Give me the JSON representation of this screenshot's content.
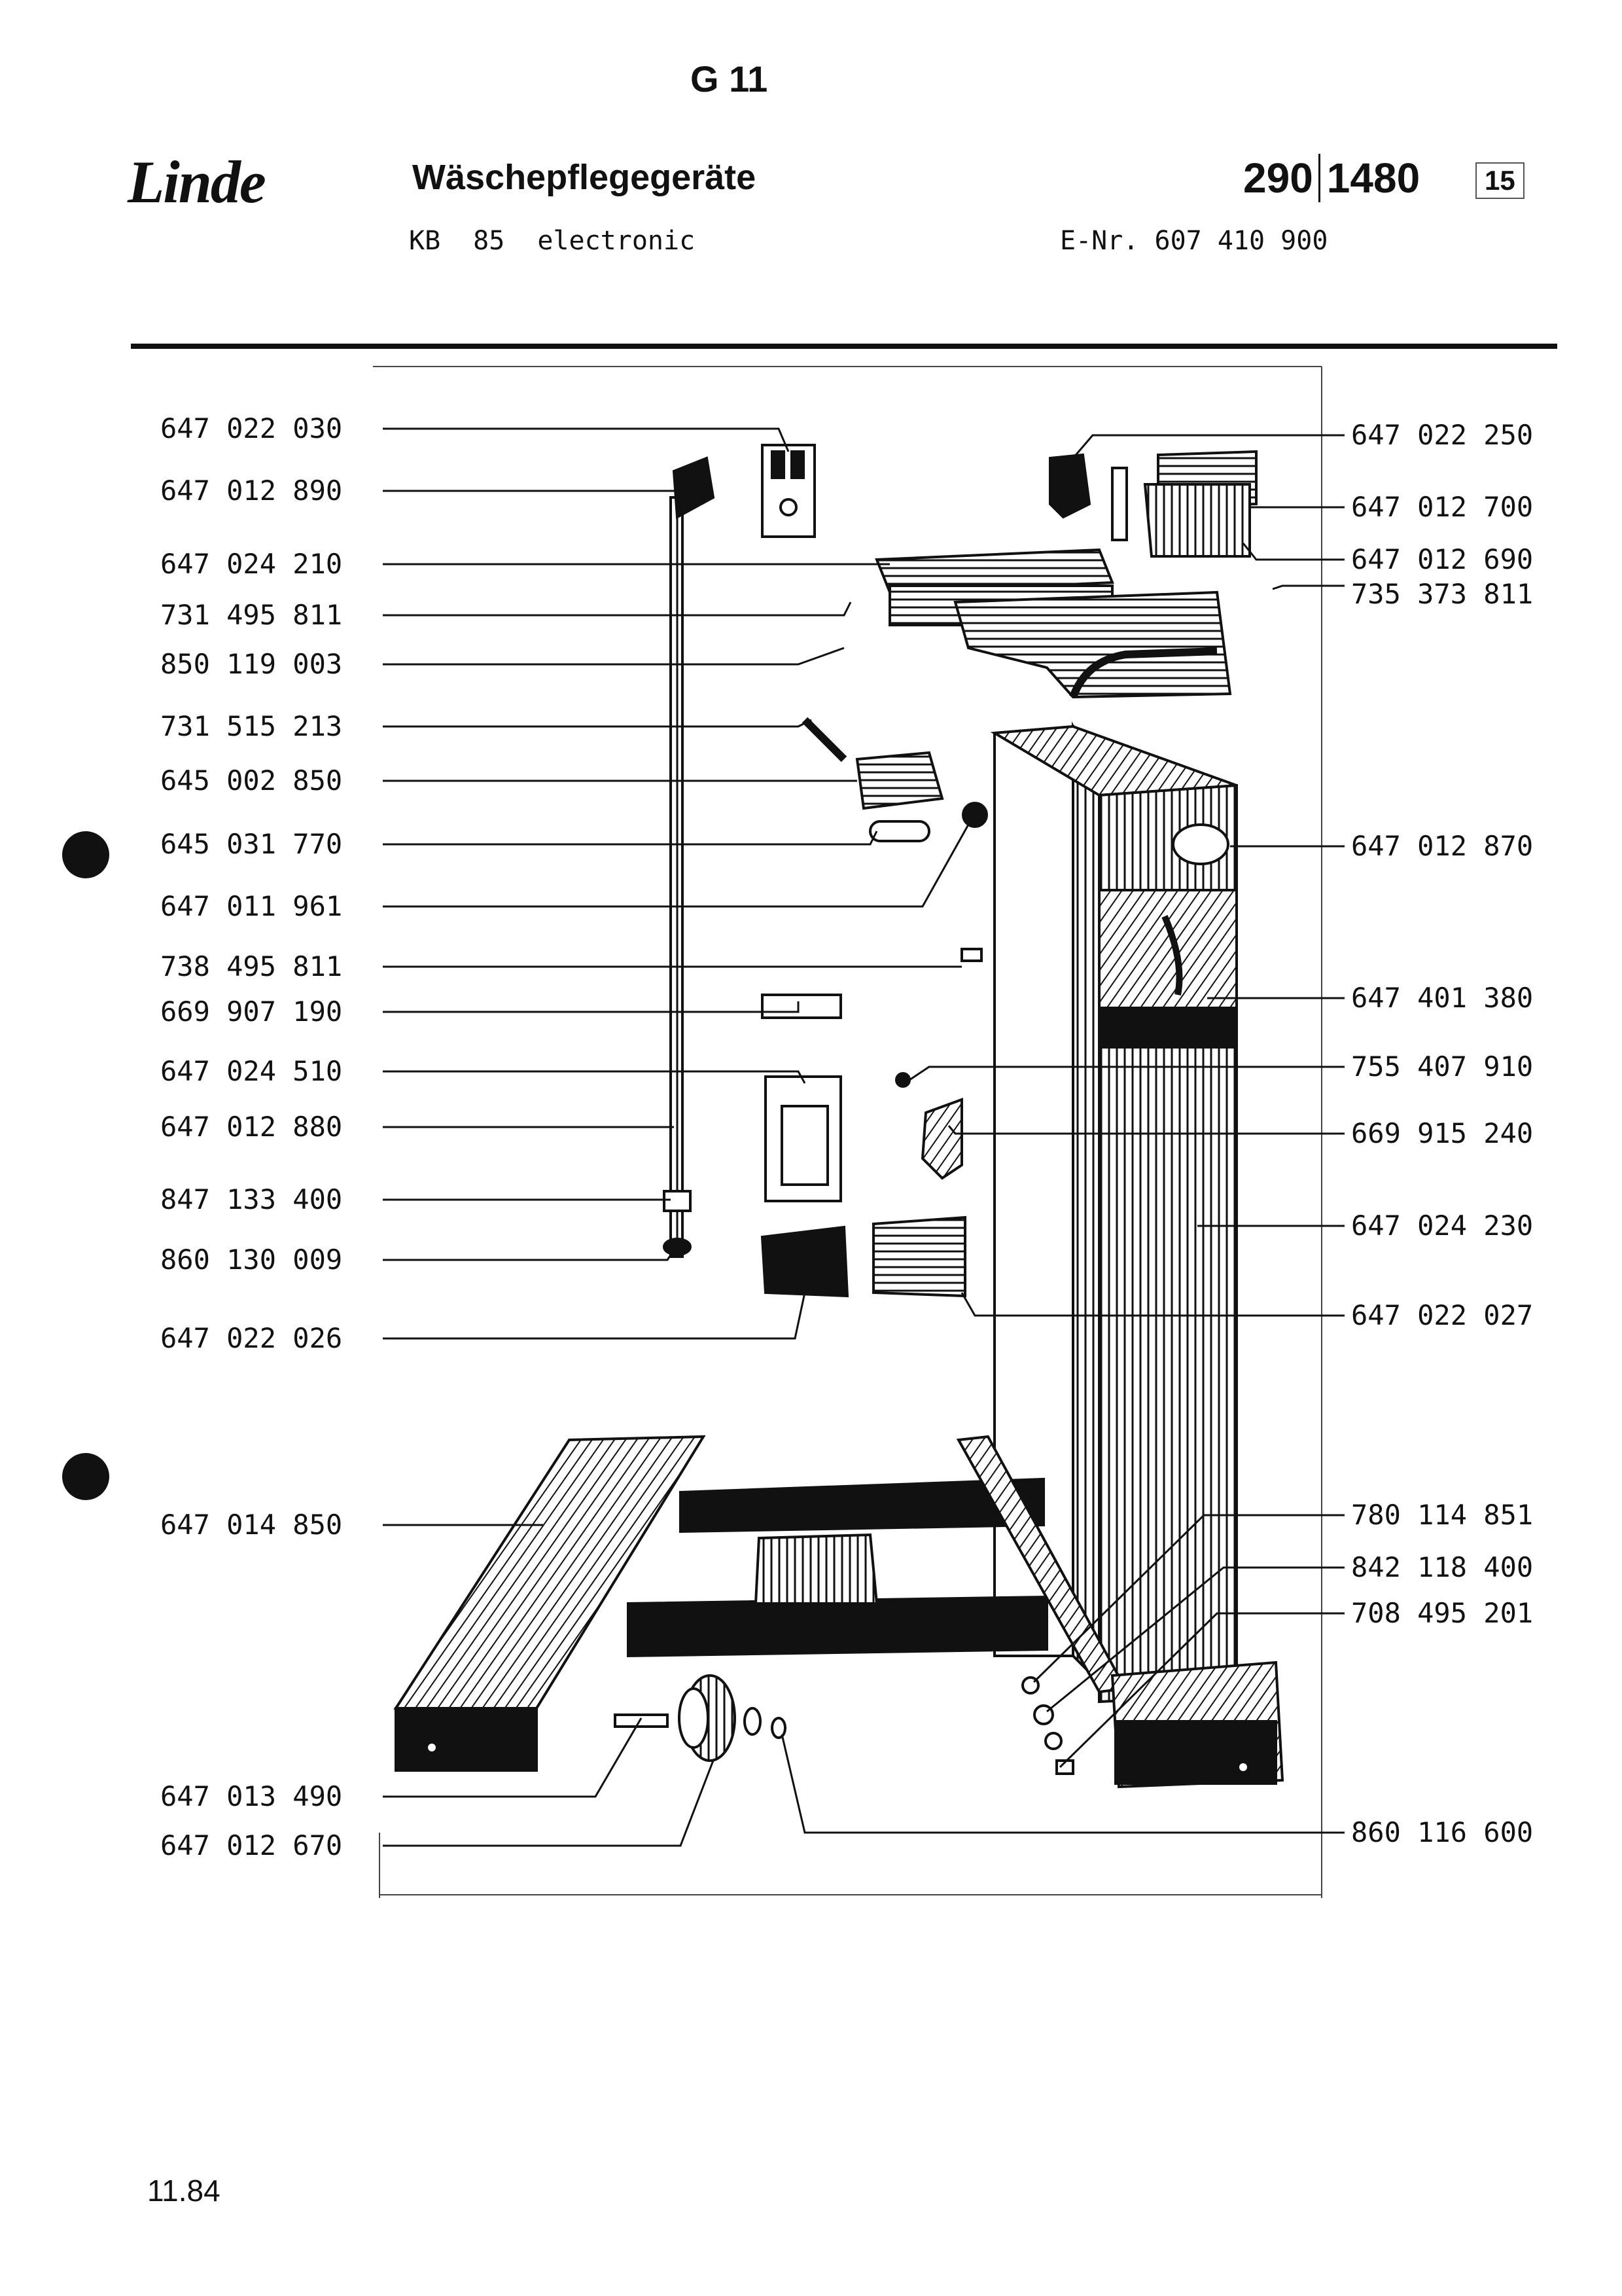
{
  "sheet_code": "G 11",
  "brand": "Linde",
  "title": "Wäschepflegegeräte",
  "model": {
    "type": "KB",
    "size": "85",
    "variant": "electronic"
  },
  "e_nr": "E-Nr. 607 410 900",
  "document_number": {
    "prefix": "290",
    "main": "1480",
    "sheet": "15"
  },
  "date": "11.84",
  "parts_left": [
    "647 022 030",
    "647 012 890",
    "647 024 210",
    "731 495 811",
    "850 119 003",
    "731 515 213",
    "645 002 850",
    "645 031 770",
    "647 011 961",
    "738 495 811",
    "669 907 190",
    "647 024 510",
    "647 012 880",
    "847 133 400",
    "860 130 009",
    "647 022 026",
    "647 014 850",
    "647 013 490",
    "647 012 670"
  ],
  "parts_right": [
    "647 022 250",
    "647 012 700",
    "647 012 690",
    "735 373 811",
    "647 012 870",
    "647 401 380",
    "755 407 910",
    "669 915 240",
    "647 024 230",
    "647 022 027",
    "780 114 851",
    "842 118 400",
    "708 495 201",
    "860 116 600"
  ]
}
